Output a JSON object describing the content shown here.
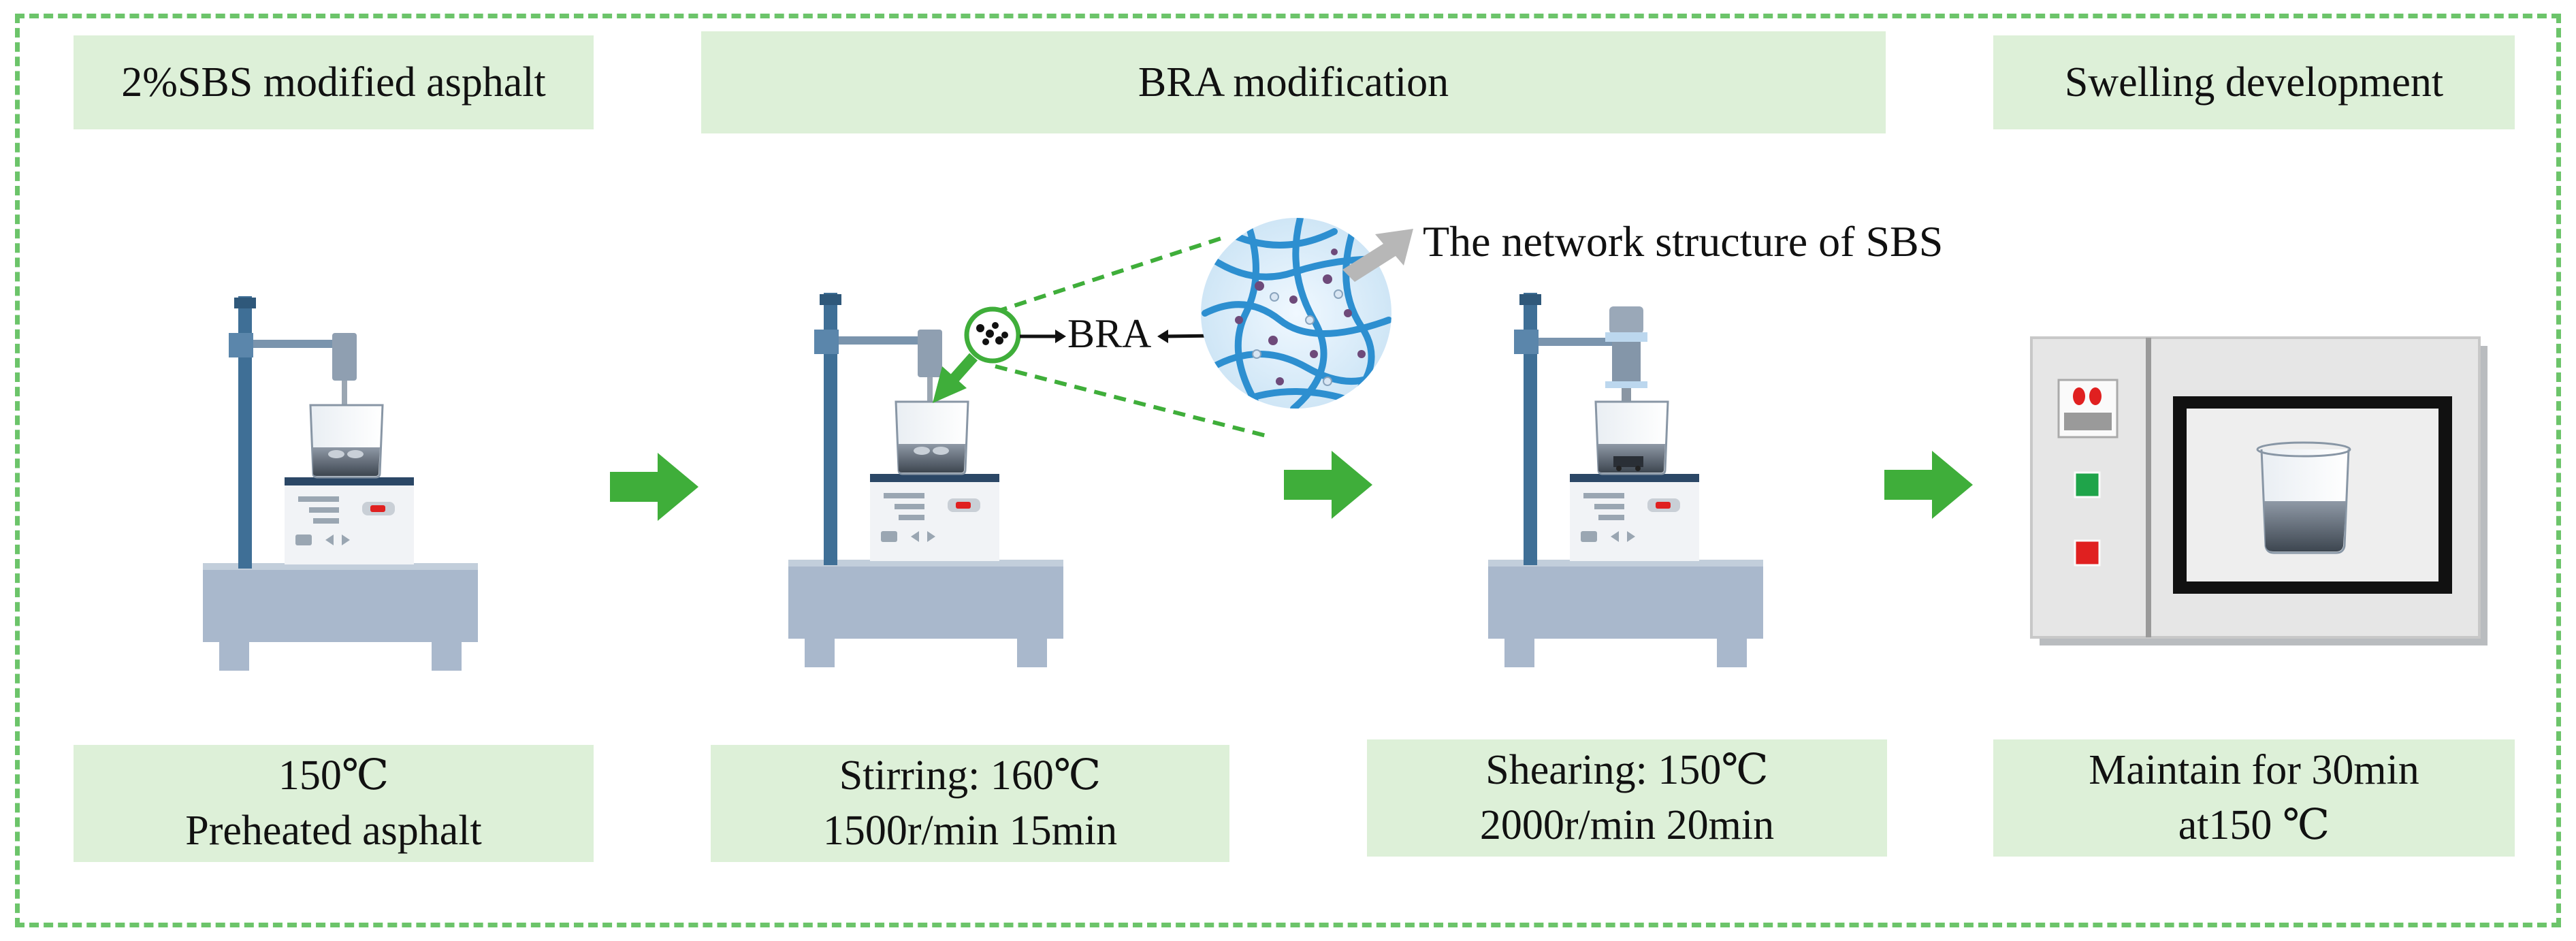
{
  "stages": [
    {
      "title": "2%SBS modified asphalt",
      "caption_line1": "150℃",
      "caption_line2": "Preheated asphalt"
    },
    {
      "title": "BRA modification",
      "caption_line1": "Stirring: 160℃",
      "caption_line2": "1500r/min 15min"
    },
    {
      "title": "",
      "caption_line1": "Shearing: 150℃",
      "caption_line2": "2000r/min 20min"
    },
    {
      "title": "Swelling development",
      "caption_line1": "Maintain for 30min",
      "caption_line2": "at150 ℃"
    }
  ],
  "annotations": {
    "network": "The network structure of SBS",
    "bra": "BRA"
  },
  "colors": {
    "frame": "#6cc46a",
    "label_bg": "#ddf0d8",
    "arrow": "#3fae3a",
    "stand": "#3f6f96",
    "table": "#a9b8cc",
    "fiber": "#2d8fd0",
    "oven": "#e6e6e6"
  },
  "icons": {
    "stirrer": "magnetic-stirrer-icon",
    "shearer": "high-shear-mixer-icon",
    "oven": "oven-icon",
    "arrow": "flow-arrow-icon",
    "network": "sbs-network-icon"
  }
}
